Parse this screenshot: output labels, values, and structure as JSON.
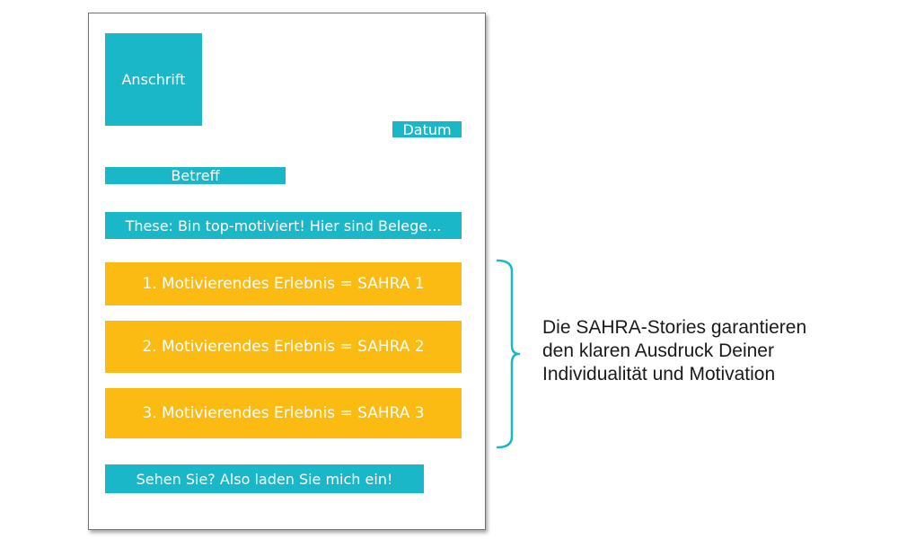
{
  "letter": {
    "address": "Anschrift",
    "date": "Datum",
    "subject": "Betreff",
    "thesis": "These: Bin top-motiviert! Hier sind Belege...",
    "stories": [
      "1. Motivierendes Erlebnis = SAHRA 1",
      "2. Motivierendes Erlebnis = SAHRA 2",
      "3. Motivierendes Erlebnis = SAHRA 3"
    ],
    "closing": "Sehen Sie? Also laden Sie mich ein!"
  },
  "annotation": {
    "lines": [
      "Die SAHRA-Stories garantieren",
      "den klaren Ausdruck Deiner",
      "Individualität und Motivation"
    ]
  },
  "colors": {
    "teal": "#19b7c8",
    "gold": "#fbbb13",
    "brace": "#19b7c8"
  }
}
